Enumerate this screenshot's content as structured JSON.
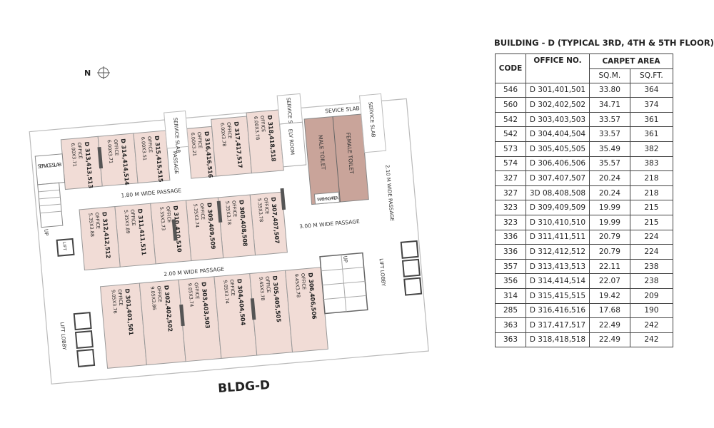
{
  "plan": {
    "north": "N",
    "building_label": "BLDG-D",
    "office_word": "OFFICE",
    "offices": [
      {
        "name": "D 301,401,501",
        "dims": "9.05X3.76"
      },
      {
        "name": "D 302,402,502",
        "dims": "9.05X3.86"
      },
      {
        "name": "D 303,403,503",
        "dims": "9.05X3.74"
      },
      {
        "name": "D 304,404,504",
        "dims": "9.05X3.74"
      },
      {
        "name": "D 305,405,505",
        "dims": "9.45X3.78"
      },
      {
        "name": "D 306,406,506",
        "dims": "9.45X3.78"
      },
      {
        "name": "D 307,407,507",
        "dims": "5.35X3.78"
      },
      {
        "name": "D 308,408,508",
        "dims": "5.35X3.78"
      },
      {
        "name": "D 309,409,509",
        "dims": "5.35X3.74"
      },
      {
        "name": "D 310,410,510",
        "dims": "5.35X3.73"
      },
      {
        "name": "D 311,411,511",
        "dims": "5.35X3.89"
      },
      {
        "name": "D 312,412,512",
        "dims": "5.35X3.88"
      },
      {
        "name": "D 313,413,513",
        "dims": "6.00X3.71"
      },
      {
        "name": "D 314,414,514",
        "dims": "6.00X3.71"
      },
      {
        "name": "D 315,415,515",
        "dims": "6.00X3.51"
      },
      {
        "name": "D 316,416,516",
        "dims": "6.00X3.21"
      },
      {
        "name": "D 317,417,517",
        "dims": "6.00X3.78"
      },
      {
        "name": "D 318,418,518",
        "dims": "6.00X3.78"
      }
    ],
    "labels": {
      "passage_180": "1.80 M WIDE PASSAGE",
      "passage_200": "2.00 M WIDE PASSAGE",
      "passage_300": "3.00 M WIDE PASSAGE",
      "passage_210": "2.10 M WIDE PASSAGE",
      "passage": "PASSAGE",
      "service_slab_left": "SERVICE SLAB",
      "service_slab_mid": "SERVICE SLAB",
      "service_slab_elv": "SERVICE SLAB",
      "service_slab_top": "SEVICE SLAB",
      "service_slab_right": "SERVICE SLAB",
      "elv_room": "ELV ROOM",
      "male_toilet": "MALE TOILET",
      "female_toilet": "FEMALE TOILET",
      "washing_area": "WASHING AREA",
      "up_left": "UP",
      "up_right": "UP",
      "lift": "LIFT",
      "lift_lobby_left": "LIFT LOBBY",
      "lift_lobby_right": "LIFT LOBBY"
    }
  },
  "table": {
    "title": "BUILDING - D (TYPICAL 3RD, 4TH & 5TH FLOOR)",
    "headers": {
      "code": "CODE",
      "office": "OFFICE NO.",
      "carpet": "CARPET AREA",
      "sqm": "SQ.M.",
      "sqft": "SQ.FT."
    },
    "rows": [
      [
        "546",
        "D 301,401,501",
        "33.80",
        "364"
      ],
      [
        "560",
        "D 302,402,502",
        "34.71",
        "374"
      ],
      [
        "542",
        "D 303,403,503",
        "33.57",
        "361"
      ],
      [
        "542",
        "D 304,404,504",
        "33.57",
        "361"
      ],
      [
        "573",
        "D 305,405,505",
        "35.49",
        "382"
      ],
      [
        "574",
        "D 306,406,506",
        "35.57",
        "383"
      ],
      [
        "327",
        "D 307,407,507",
        "20.24",
        "218"
      ],
      [
        "327",
        "3D 08,408,508",
        "20.24",
        "218"
      ],
      [
        "323",
        "D 309,409,509",
        "19.99",
        "215"
      ],
      [
        "323",
        "D 310,410,510",
        "19.99",
        "215"
      ],
      [
        "336",
        "D 311,411,511",
        "20.79",
        "224"
      ],
      [
        "336",
        "D 312,412,512",
        "20.79",
        "224"
      ],
      [
        "357",
        "D 313,413,513",
        "22.11",
        "238"
      ],
      [
        "356",
        "D 314,414,514",
        "22.07",
        "238"
      ],
      [
        "314",
        "D 315,415,515",
        "19.42",
        "209"
      ],
      [
        "285",
        "D 316,416,516",
        "17.68",
        "190"
      ],
      [
        "363",
        "D 317,417,517",
        "22.49",
        "242"
      ],
      [
        "363",
        "D 318,418,518",
        "22.49",
        "242"
      ]
    ]
  }
}
